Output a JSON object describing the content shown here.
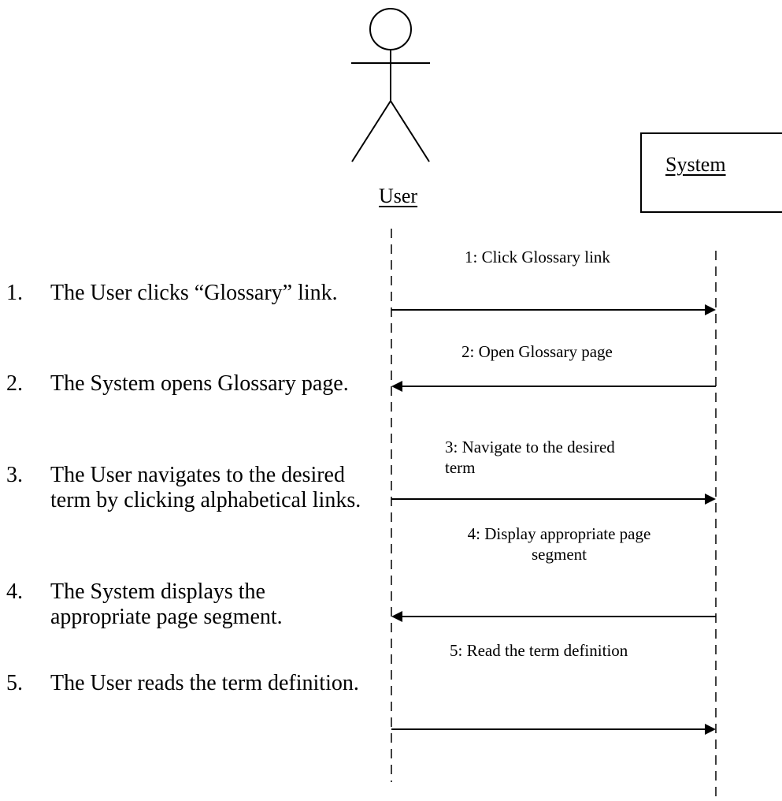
{
  "participants": {
    "actor_label": "User",
    "system_label": "System"
  },
  "messages": [
    {
      "number": 1,
      "label": "1: Click Glossary link",
      "direction": "user-to-system"
    },
    {
      "number": 2,
      "label": "2: Open Glossary page",
      "direction": "system-to-user"
    },
    {
      "number": 3,
      "label": "3: Navigate to the desired term",
      "label_lines": [
        "3: Navigate to the desired",
        "term"
      ],
      "direction": "user-to-system"
    },
    {
      "number": 4,
      "label": "4: Display appropriate page segment",
      "label_lines": [
        "4: Display appropriate page",
        "segment"
      ],
      "direction": "system-to-user"
    },
    {
      "number": 5,
      "label": "5: Read the term definition",
      "direction": "user-to-system"
    }
  ],
  "steps": [
    {
      "num": "1.",
      "text": "The User clicks “Glossary” link."
    },
    {
      "num": "2.",
      "text": "The System opens Glossary page."
    },
    {
      "num": "3.",
      "text": "The User navigates to the desired term by clicking alphabetical links."
    },
    {
      "num": "4.",
      "text": "The System displays the appropriate page segment."
    },
    {
      "num": "5.",
      "text": "The User reads the term definition."
    }
  ]
}
